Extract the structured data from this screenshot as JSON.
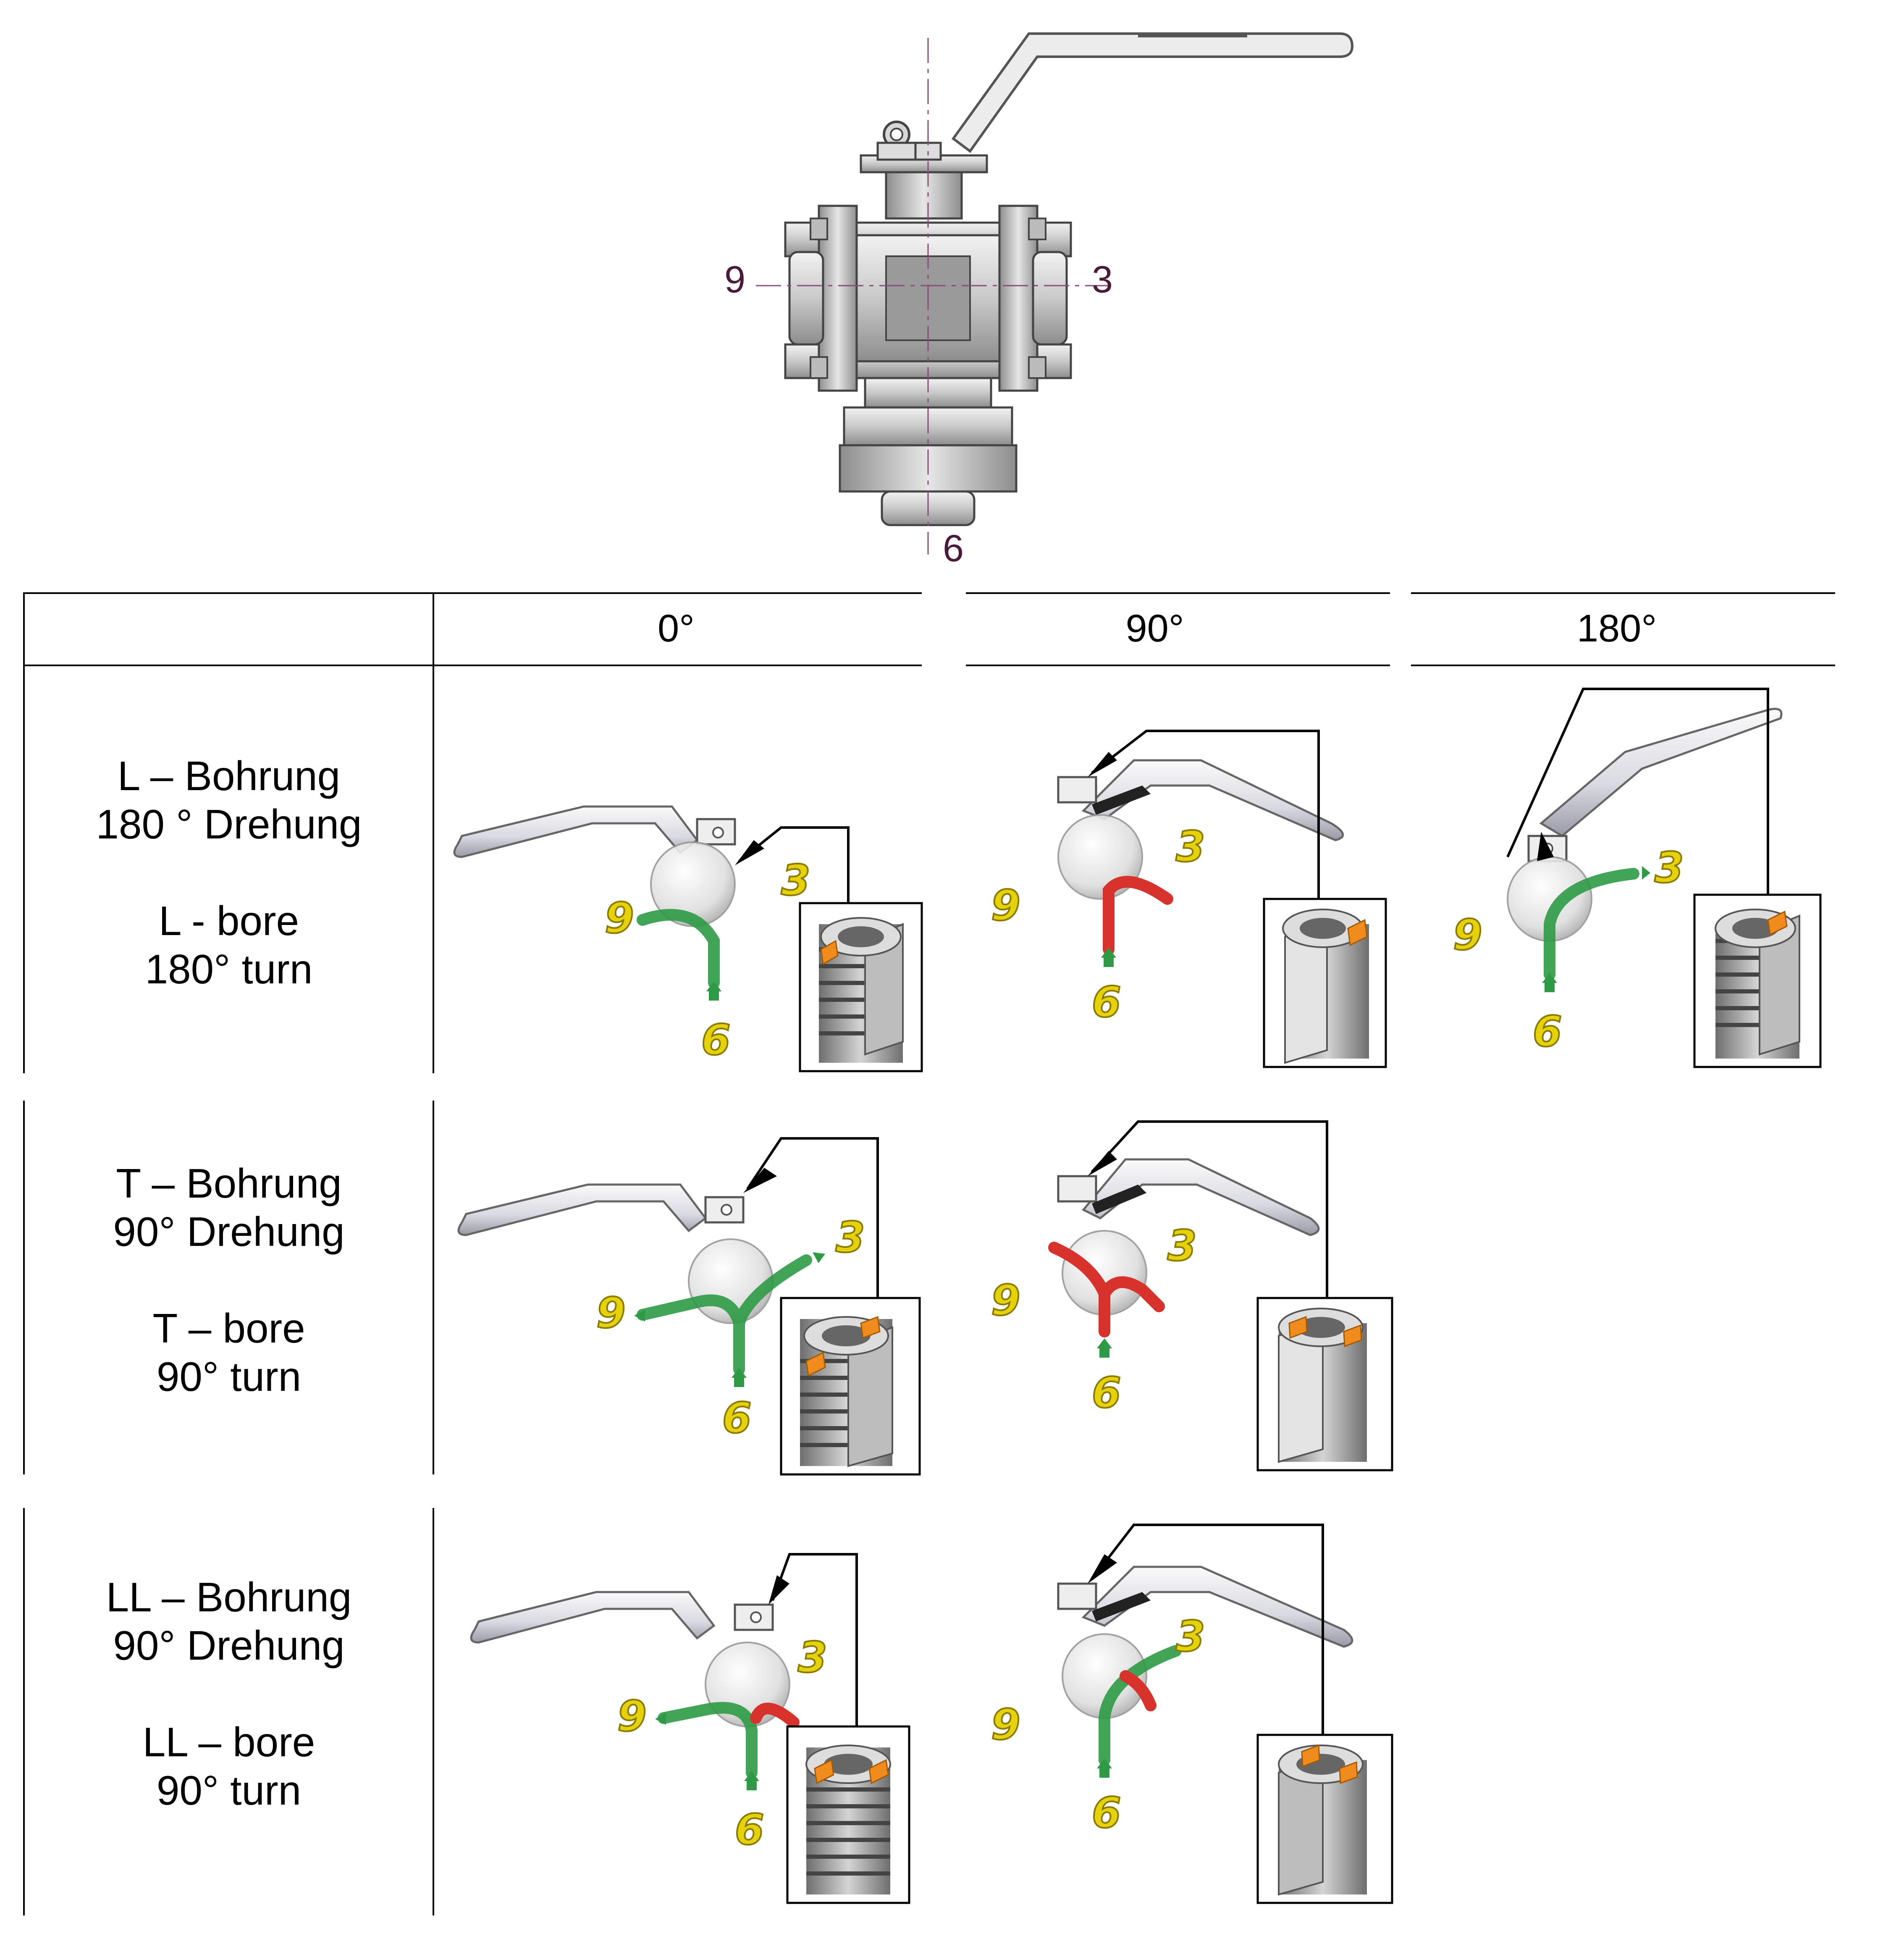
{
  "valve_drawing": {
    "port_left": "9",
    "port_right": "3",
    "port_bottom": "6"
  },
  "table": {
    "columns": [
      "0°",
      "90°",
      "180°"
    ],
    "rows": [
      {
        "label_de_1": "L – Bohrung",
        "label_de_2": "180 ° Drehung",
        "label_en_1": "L - bore",
        "label_en_2": "180° turn"
      },
      {
        "label_de_1": "T – Bohrung",
        "label_de_2": "90° Drehung",
        "label_en_1": "T – bore",
        "label_en_2": "90° turn"
      },
      {
        "label_de_1": "LL – Bohrung",
        "label_de_2": "90° Drehung",
        "label_en_1": "LL – bore",
        "label_en_2": "90° turn"
      }
    ]
  },
  "port_numbers": {
    "a": "9",
    "b": "3",
    "c": "6"
  },
  "colors": {
    "flow_open": "#2e9a45",
    "flow_closed": "#d8322c",
    "marker": "#f08c1e",
    "port_label": "#e6d20a",
    "line": "#000000",
    "port_text": "#4a1a3a"
  }
}
